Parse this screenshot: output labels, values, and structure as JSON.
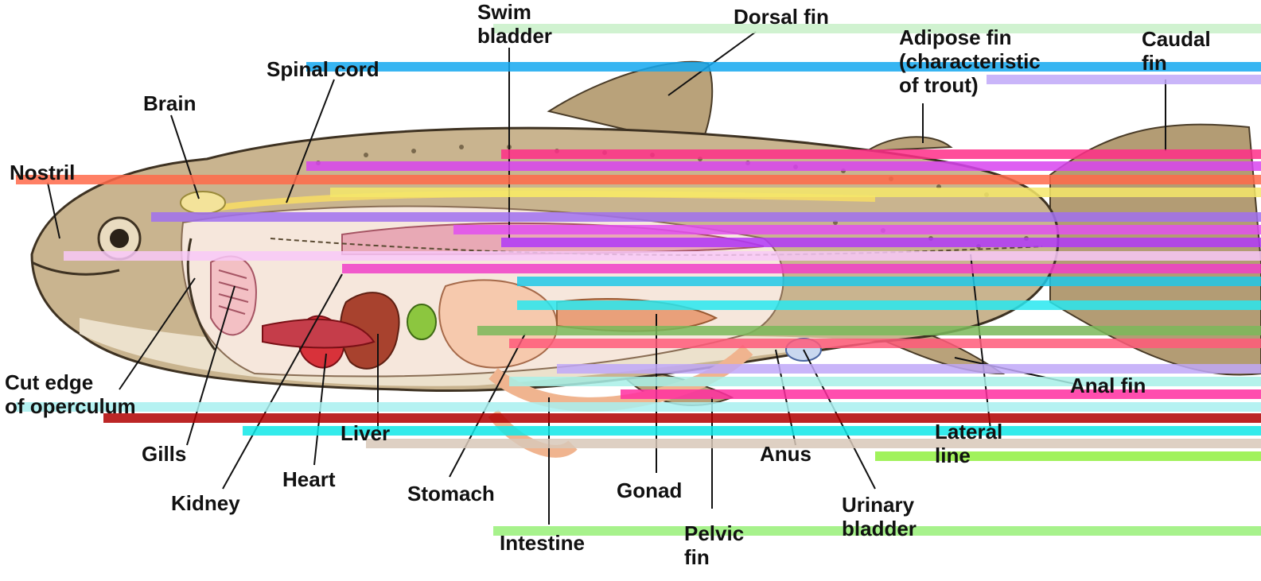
{
  "labels": {
    "swim_bladder": [
      "Swim",
      "bladder"
    ],
    "dorsal_fin": "Dorsal fin",
    "adipose_fin": [
      "Adipose fin",
      "(characteristic",
      "of trout)"
    ],
    "caudal_fin": [
      "Caudal",
      "fin"
    ],
    "spinal_cord": "Spinal cord",
    "brain": "Brain",
    "nostril": "Nostril",
    "cut_edge": [
      "Cut edge",
      "of operculum"
    ],
    "gills": "Gills",
    "kidney": "Kidney",
    "heart": "Heart",
    "liver": "Liver",
    "stomach": "Stomach",
    "intestine": "Intestine",
    "gonad": "Gonad",
    "pelvic_fin": [
      "Pelvic",
      "fin"
    ],
    "anus": "Anus",
    "urinary_bladder": [
      "Urinary",
      "bladder"
    ],
    "lateral_line": [
      "Lateral",
      "line"
    ],
    "anal_fin": "Anal fin"
  },
  "colors": {
    "body_skin": "#c9b48f",
    "belly": "#efe6d3",
    "spots": "#5a4a32",
    "organs_pink": "#f3c0c4",
    "heart_red": "#d8323a",
    "liver_brown": "#a8422e",
    "gall_green": "#8cc63f",
    "intestine_peach": "#f6c9ad",
    "spinal_yellow": "#f1d76a",
    "kidney_red": "#c53d4a"
  }
}
